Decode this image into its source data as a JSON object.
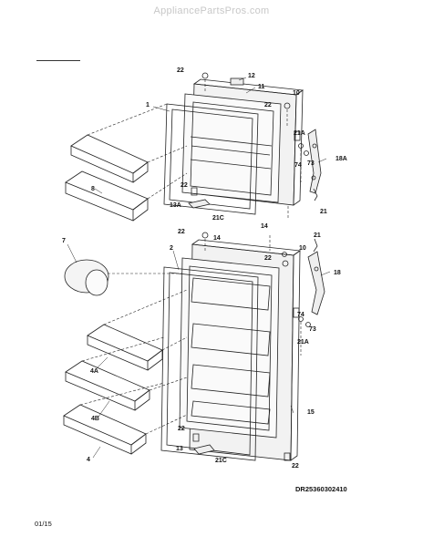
{
  "watermark": "AppliancePartsPros.com",
  "diagram_code": "DR25360302410",
  "page_number": "01/15",
  "labels": {
    "l22a": "22",
    "l12": "12",
    "l11": "11",
    "l10a": "10",
    "l22b": "22",
    "l1": "1",
    "l21a_a": "21A",
    "l74a": "74",
    "l73a": "73",
    "l18a": "18A",
    "l8": "8",
    "l22c": "22",
    "l13a": "13A",
    "l21c_a": "21C",
    "l21a": "21",
    "l14a": "14",
    "l22d": "22",
    "l14b": "14",
    "l22e": "22",
    "l10b": "10",
    "l21b": "21",
    "l7": "7",
    "l2": "2",
    "l18": "18",
    "l74b": "74",
    "l73b": "73",
    "l21a_b": "21A",
    "l4a": "4A",
    "l15": "15",
    "l4b": "4B",
    "l4": "4",
    "l22f": "22",
    "l13": "13",
    "l21c_b": "21C",
    "l22g": "22"
  }
}
